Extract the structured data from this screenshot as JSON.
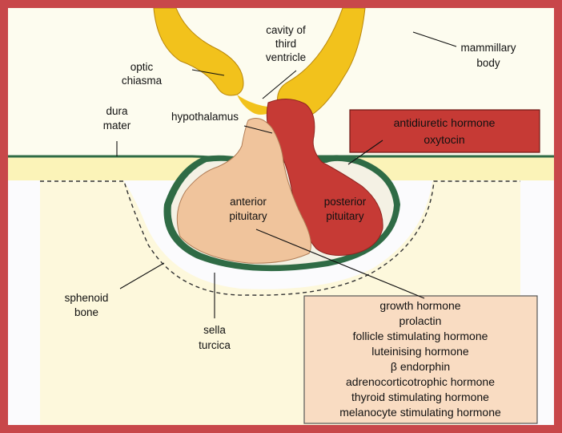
{
  "labels": {
    "cavity_line1": "cavity of",
    "cavity_line2": "third",
    "cavity_line3": "ventricle",
    "mammillary_line1": "mammillary",
    "mammillary_line2": "body",
    "optic_line1": "optic",
    "optic_line2": "chiasma",
    "hypothalamus": "hypothalamus",
    "dura_line1": "dura",
    "dura_line2": "mater",
    "anterior_line1": "anterior",
    "anterior_line2": "pituitary",
    "posterior_line1": "posterior",
    "posterior_line2": "pituitary",
    "sphenoid_line1": "sphenoid",
    "sphenoid_line2": "bone",
    "sella_line1": "sella",
    "sella_line2": "turcica"
  },
  "posterior_hormones": [
    "antidiuretic hormone",
    "oxytocin"
  ],
  "anterior_hormones": [
    "growth hormone",
    "prolactin",
    "follicle stimulating hormone",
    "luteinising hormone",
    "β endorphin",
    "adrenocorticotrophic hormone",
    "thyroid stimulating hormone",
    "melanocyte stimulating hormone"
  ],
  "colors": {
    "frame": "#c8474a",
    "background_yellow": "#fbf3b8",
    "hypothalamus_yellow": "#f2c21c",
    "posterior_red": "#c63a35",
    "anterior_peach": "#f0c49c",
    "capsule_green": "#2f6b45",
    "hormone_box": "#f9dcc2"
  }
}
